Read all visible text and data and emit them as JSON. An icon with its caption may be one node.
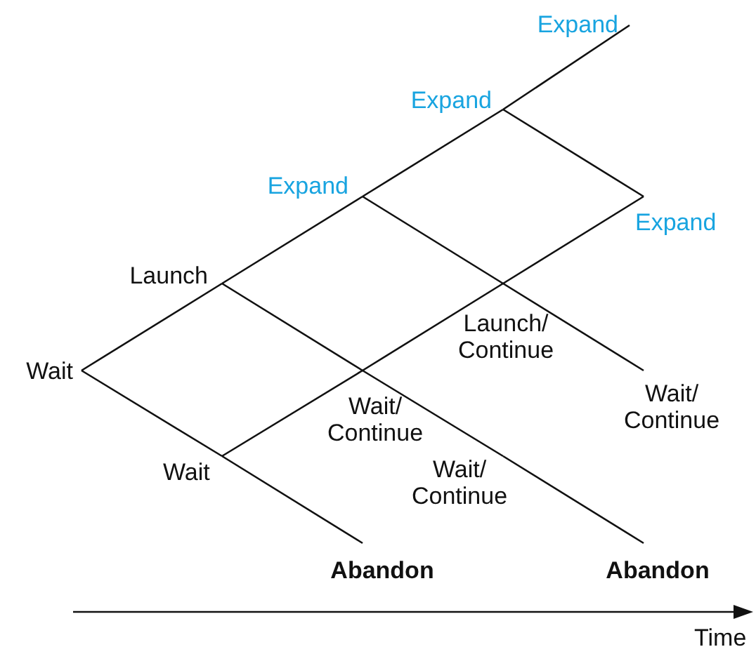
{
  "diagram": {
    "nodes": [
      {
        "text": [
          "Expand"
        ]
      },
      {
        "text": [
          "Expand"
        ]
      },
      {
        "text": [
          "Expand"
        ]
      },
      {
        "text": [
          "Expand"
        ]
      },
      {
        "text": [
          "Launch"
        ]
      },
      {
        "text": [
          "Launch/ Continue"
        ]
      },
      {
        "text": [
          "Wait"
        ]
      },
      {
        "text": [
          "Wait/ Continue"
        ]
      },
      {
        "text": [
          "Wait/ Continue"
        ]
      },
      {
        "text": [
          "Wait"
        ]
      },
      {
        "text": [
          "Wait/ Continue"
        ]
      },
      {
        "text": [
          "Abandon"
        ]
      },
      {
        "text": [
          "Abandon"
        ]
      }
    ],
    "edges": [
      {
        "from": 6,
        "to": 4,
        "arrow": "none"
      },
      {
        "from": 4,
        "to": 2,
        "arrow": "none"
      },
      {
        "from": 2,
        "to": 1,
        "arrow": "none"
      },
      {
        "from": 1,
        "to": 0,
        "arrow": "none"
      },
      {
        "from": 6,
        "to": 9,
        "arrow": "none"
      },
      {
        "from": 9,
        "to": 11,
        "arrow": "none"
      },
      {
        "from": 4,
        "to": 8,
        "arrow": "none"
      },
      {
        "from": 8,
        "to": 10,
        "arrow": "none"
      },
      {
        "from": 10,
        "to": 12,
        "arrow": "none"
      },
      {
        "from": 9,
        "to": 8,
        "arrow": "none"
      },
      {
        "from": 8,
        "to": 5,
        "arrow": "none"
      },
      {
        "from": 5,
        "to": 3,
        "arrow": "none"
      },
      {
        "from": 2,
        "to": 5,
        "arrow": "none"
      },
      {
        "from": 5,
        "to": 7,
        "arrow": "none"
      },
      {
        "from": 1,
        "to": 3,
        "arrow": "none"
      }
    ],
    "labels": [
      "Time"
    ]
  }
}
